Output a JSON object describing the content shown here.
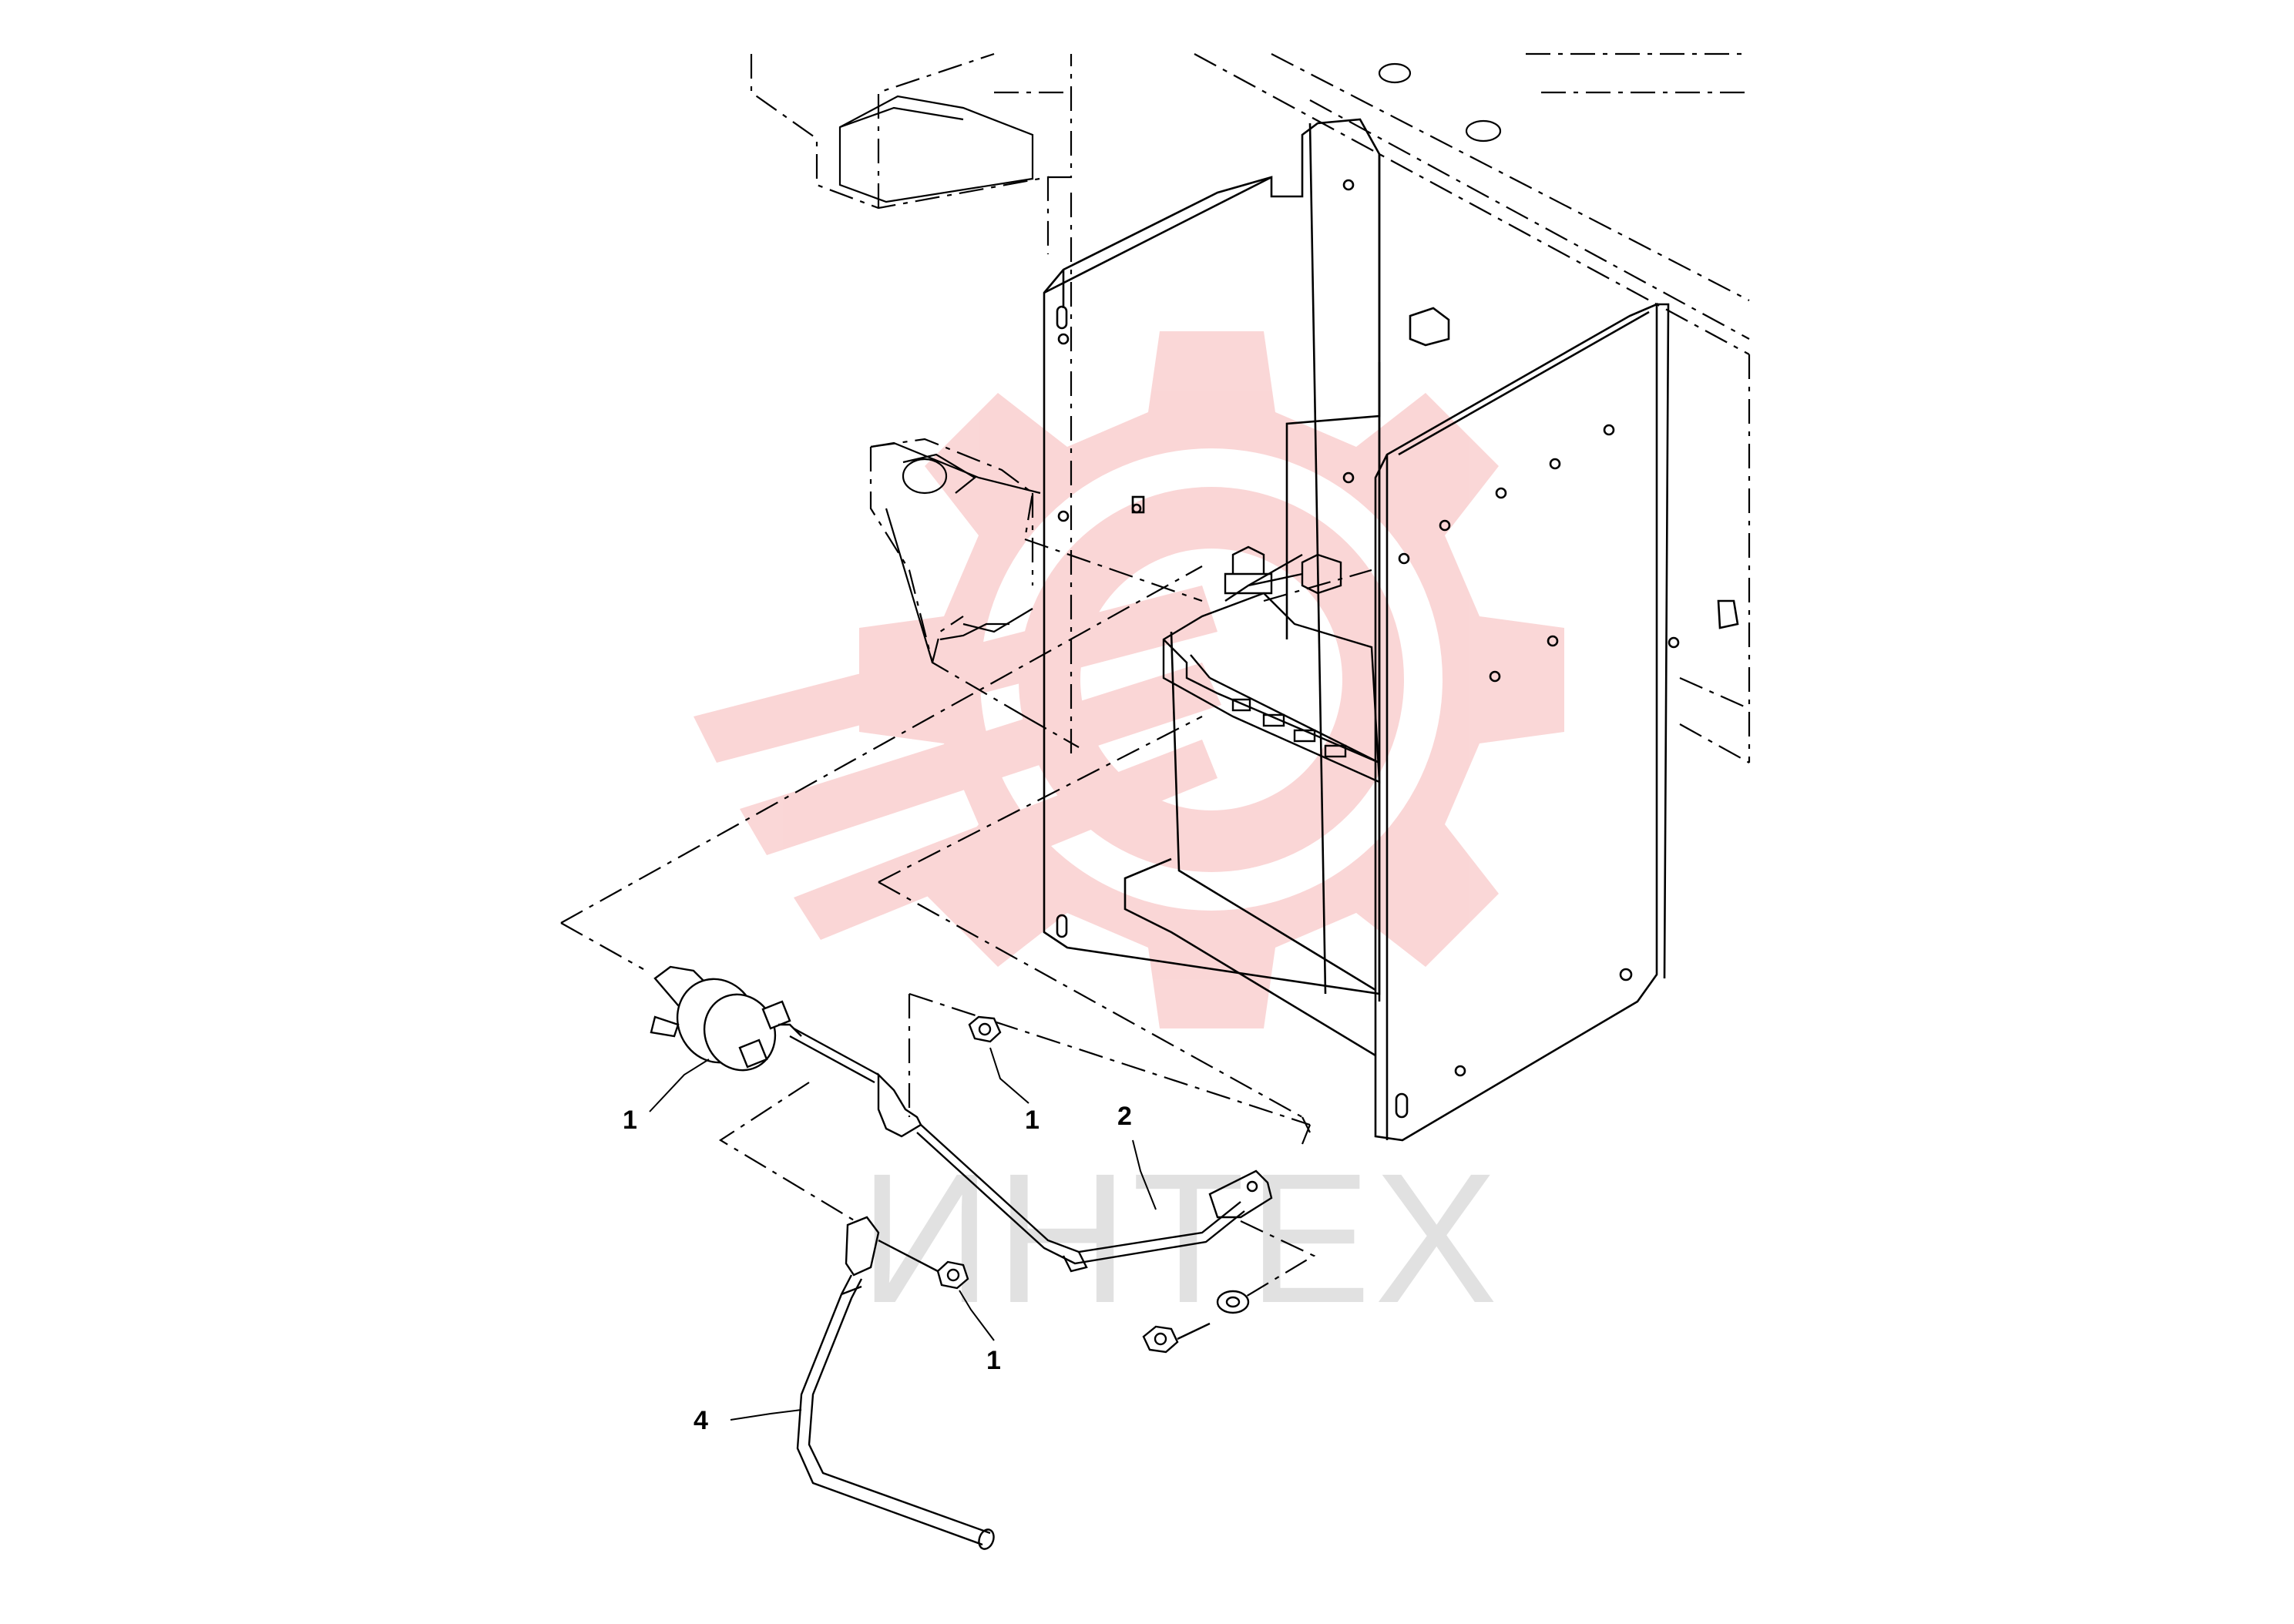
{
  "diagram": {
    "callouts": [
      {
        "id": "callout-1-switch",
        "label": "1"
      },
      {
        "id": "callout-1-nut-upper",
        "label": "1"
      },
      {
        "id": "callout-1-nut-lower",
        "label": "1"
      },
      {
        "id": "callout-2-cable",
        "label": "2"
      },
      {
        "id": "callout-4-cable",
        "label": "4"
      }
    ],
    "watermark": {
      "text": "ИНТЕХ",
      "color": "#f5b5b5"
    },
    "line_color": "#000000"
  }
}
